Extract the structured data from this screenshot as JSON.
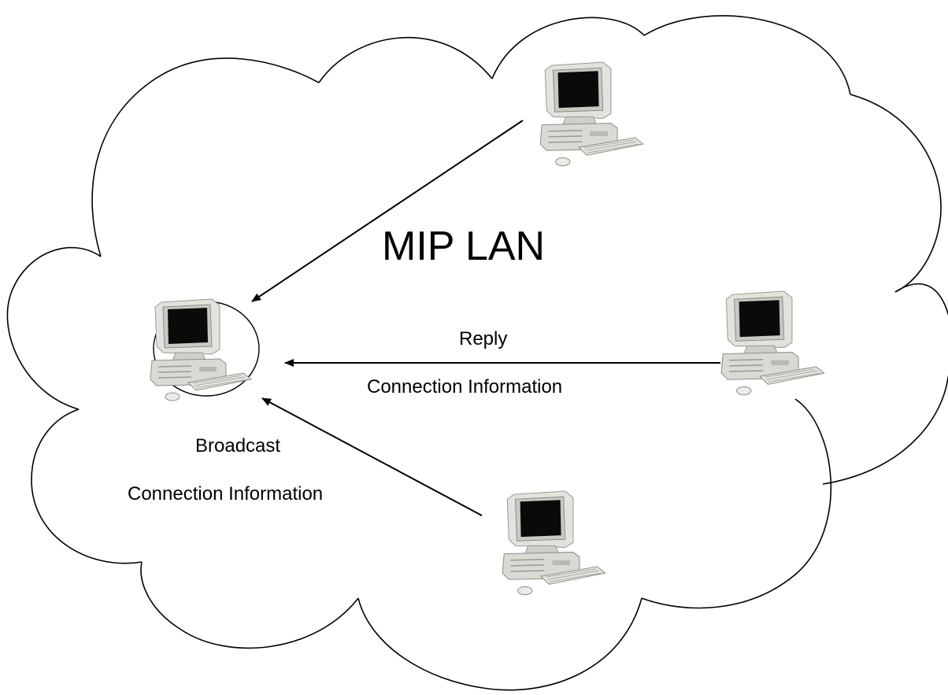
{
  "diagram": {
    "title": "MIP LAN",
    "reply_label": "Reply",
    "reply_connection_label": "Connection Information",
    "broadcast_label": "Broadcast",
    "broadcast_connection_label": "Connection Information"
  },
  "colors": {
    "stroke": "#000000",
    "background": "#ffffff",
    "screen": "#0a0a0a",
    "case": "#d9d9d4"
  },
  "icons": [
    "cloud",
    "computer-icon",
    "arrow"
  ]
}
